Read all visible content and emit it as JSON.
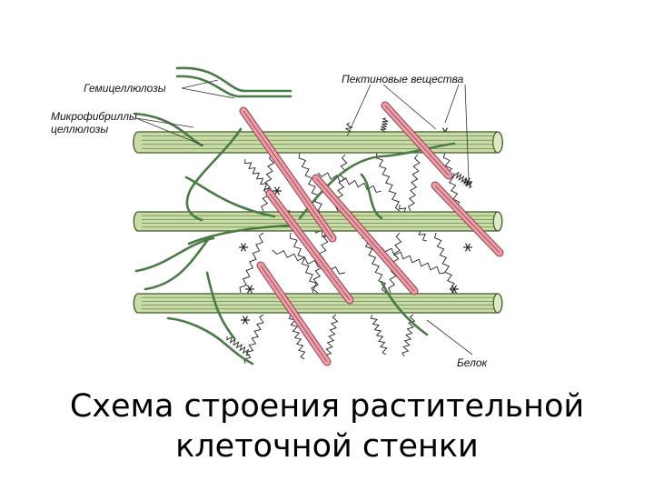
{
  "labels": {
    "hemicellulose": "Гемицеллюлозы",
    "microfibrils_line1": "Микрофибриллы",
    "microfibrils_line2": "целлюлозы",
    "pectin": "Пектиновые вещества",
    "protein": "Белок"
  },
  "title": {
    "line1": "Схема строения растительной",
    "line2": "клеточной стенки"
  },
  "colors": {
    "cellulose_fill": "#c9dca6",
    "cellulose_stroke": "#3e5a2a",
    "hemicellulose": "#4a7a45",
    "protein_fill": "#e7a0aa",
    "protein_stroke": "#9c3a48",
    "pectin": "#222222"
  }
}
